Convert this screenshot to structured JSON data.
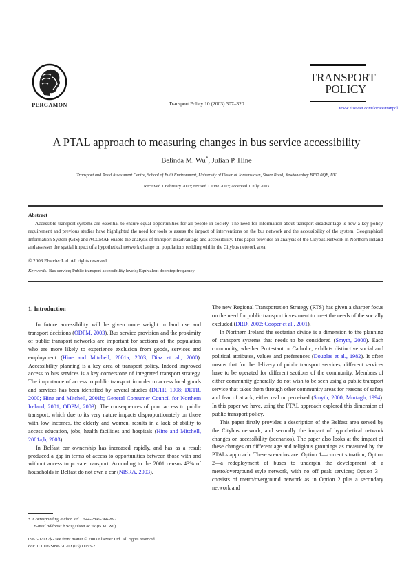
{
  "header": {
    "publisher_name": "PERGAMON",
    "journal_citation": "Transport Policy 10 (2003) 307–320",
    "journal_title_line1": "TRANSPORT",
    "journal_title_line2": "POLICY",
    "journal_url": "www.elsevier.com/locate/tranpol"
  },
  "article": {
    "title": "A PTAL approach to measuring changes in bus service accessibility",
    "authors": [
      {
        "name": "Belinda M. Wu",
        "mark": "*"
      },
      {
        "name": "Julian P. Hine",
        "mark": ""
      }
    ],
    "author_separator": ", ",
    "affiliation": "Transport and Road Assessment Centre, School of Built Environment, University of Ulster at Jordanstown, Shore Road, Newtonabbey BT37 0QB, UK",
    "received": "Received 1 February 2003; revised 1 June 2003; accepted 1 July 2003"
  },
  "abstract": {
    "heading": "Abstract",
    "text": "Accessible transport systems are essential to ensure equal opportunities for all people in society. The need for information about transport disadvantage is now a key policy requirement and previous studies have highlighted the need for tools to assess the impact of interventions on the bus network and the accessibility of the system. Geographical Information System (GIS) and ACCMAP enable the analysis of transport disadvantage and accessibility. This paper provides an analysis of the Citybus Network in Northern Ireland and assesses the spatial impact of a hypothetical network change on populations residing within the Citybus network area.",
    "copyright": "© 2003 Elsevier Ltd. All rights reserved.",
    "keywords_label": "Keywords:",
    "keywords": "Bus service; Public transport accessibility levels; Equivalent doorstep frequency"
  },
  "body": {
    "section_heading": "1. Introduction",
    "left_column": {
      "p1_a": "In future accessibility will be given more weight in land use and transport decisions (",
      "p1_cite1": "ODPM, 2003",
      "p1_b": "). Bus service provision and the proximity of public transport networks are important for sections of the population who are more likely to experience exclusion from goods, services and employment (",
      "p1_cite2": "Hine and Mitchell, 2001a, 2003; Diaz et al., 2000",
      "p1_c": "). Accessibility planning is a key area of transport policy. Indeed improved access to bus services is a key cornerstone of integrated transport strategy. The importance of access to public transport in order to access local goods and services has been identified by several studies (",
      "p1_cite3": "DETR, 1998; DETR, 2000; Hine and Mitchell, 2001b; General Consumer Council for Northern Ireland, 2001; ODPM, 2003",
      "p1_d": "). The consequences of poor access to public transport, which due to its very nature impacts disproportionately on those with low incomes, the elderly and women, results in a lack of ability to access education, jobs, health facilities and hospitals (",
      "p1_cite4": "Hine and Mitchell, 2001a,b, 2003",
      "p1_e": ").",
      "p2_a": "In Belfast car ownership has increased rapidly, and has as a result produced a gap in terms of access to opportunities between those with and without access to private transport. According to the 2001 census 43% of households in Belfast do not own a car (",
      "p2_cite1": "NISRA, 2003",
      "p2_b": ")."
    },
    "right_column": {
      "p1_a": "The new Regional Transportation Strategy (RTS) has given a sharper focus on the need for public transport investment to meet the needs of the socially excluded (",
      "p1_cite1": "DRD, 2002; Cooper et al., 2001",
      "p1_b": ").",
      "p2_a": "In Northern Ireland the sectarian divide is a dimension to the planning of transport systems that needs to be considered (",
      "p2_cite1": "Smyth, 2000",
      "p2_b": "). Each community, whether Protestant or Catholic, exhibits distinctive social and political attributes, values and preferences (",
      "p2_cite2": "Douglas et al., 1982",
      "p2_c": "). It often means that for the delivery of public transport services, different services have to be operated for different sections of the community. Members of either community generally do not wish to be seen using a public transport service that takes them through other community areas for reasons of safety and fear of attack, either real or perceived (",
      "p2_cite3": "Smyth, 2000; Murtagh, 1994",
      "p2_d": "). In this paper we have, using the PTAL approach explored this dimension of public transport policy.",
      "p3": "This paper firstly provides a description of the Belfast area served by the Citybus network, and secondly the impact of hypothetical network changes on accessibility (scenarios). The paper also looks at the impact of these changes on different age and religious groupings as measured by the PTALs approach. These scenarios are: Option 1—current situation; Option 2—a redeployment of buses to underpin the development of a metro/overground style network, with no off peak services; Option 3—consists of metro/overground network as in Option 2 plus a secondary network and"
    }
  },
  "footnote": {
    "mark": "*",
    "line1": "Corresponding author. Tel.: +44-2890-366-892.",
    "email_label": "E-mail address:",
    "email": "b.wu@ulster.ac.uk (B.M. Wu)."
  },
  "front_matter": {
    "line1": "0967-070X/$ - see front matter © 2003 Elsevier Ltd. All rights reserved.",
    "line2": "doi:10.1016/S0967-070X(03)00053-2"
  },
  "colors": {
    "link": "#1a1ad6",
    "text": "#1a1a1a"
  }
}
